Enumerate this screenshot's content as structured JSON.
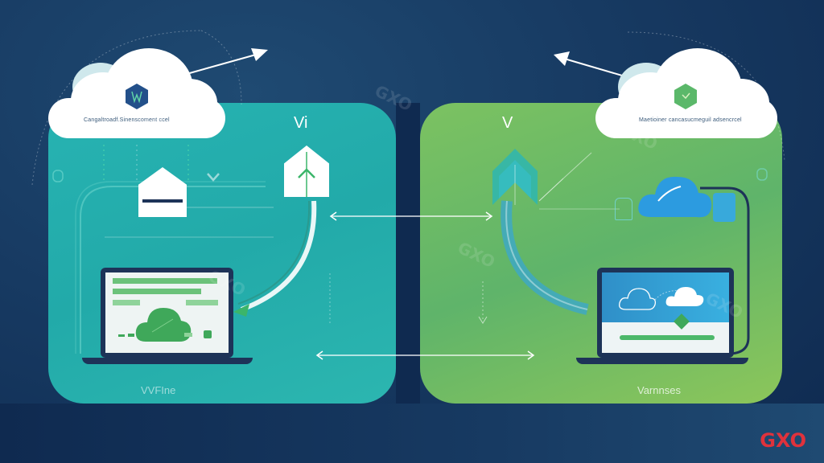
{
  "illustration": {
    "left_panel": {
      "cloud_label": "Cangaltroadf.Sinenscoment ccel",
      "top_letter": "Vi",
      "bottom_label": "VVFIne",
      "color": "#27b3b2"
    },
    "right_panel": {
      "cloud_label": "Maetioiner cancasucmeguil adsencrcel",
      "top_letter": "V",
      "bottom_label": "Varnnses",
      "color": "#7cc261"
    },
    "watermark_text": "GXO",
    "brand_logo": "GXO",
    "brand_color": "#e0323c",
    "background_color": "#173a62"
  }
}
